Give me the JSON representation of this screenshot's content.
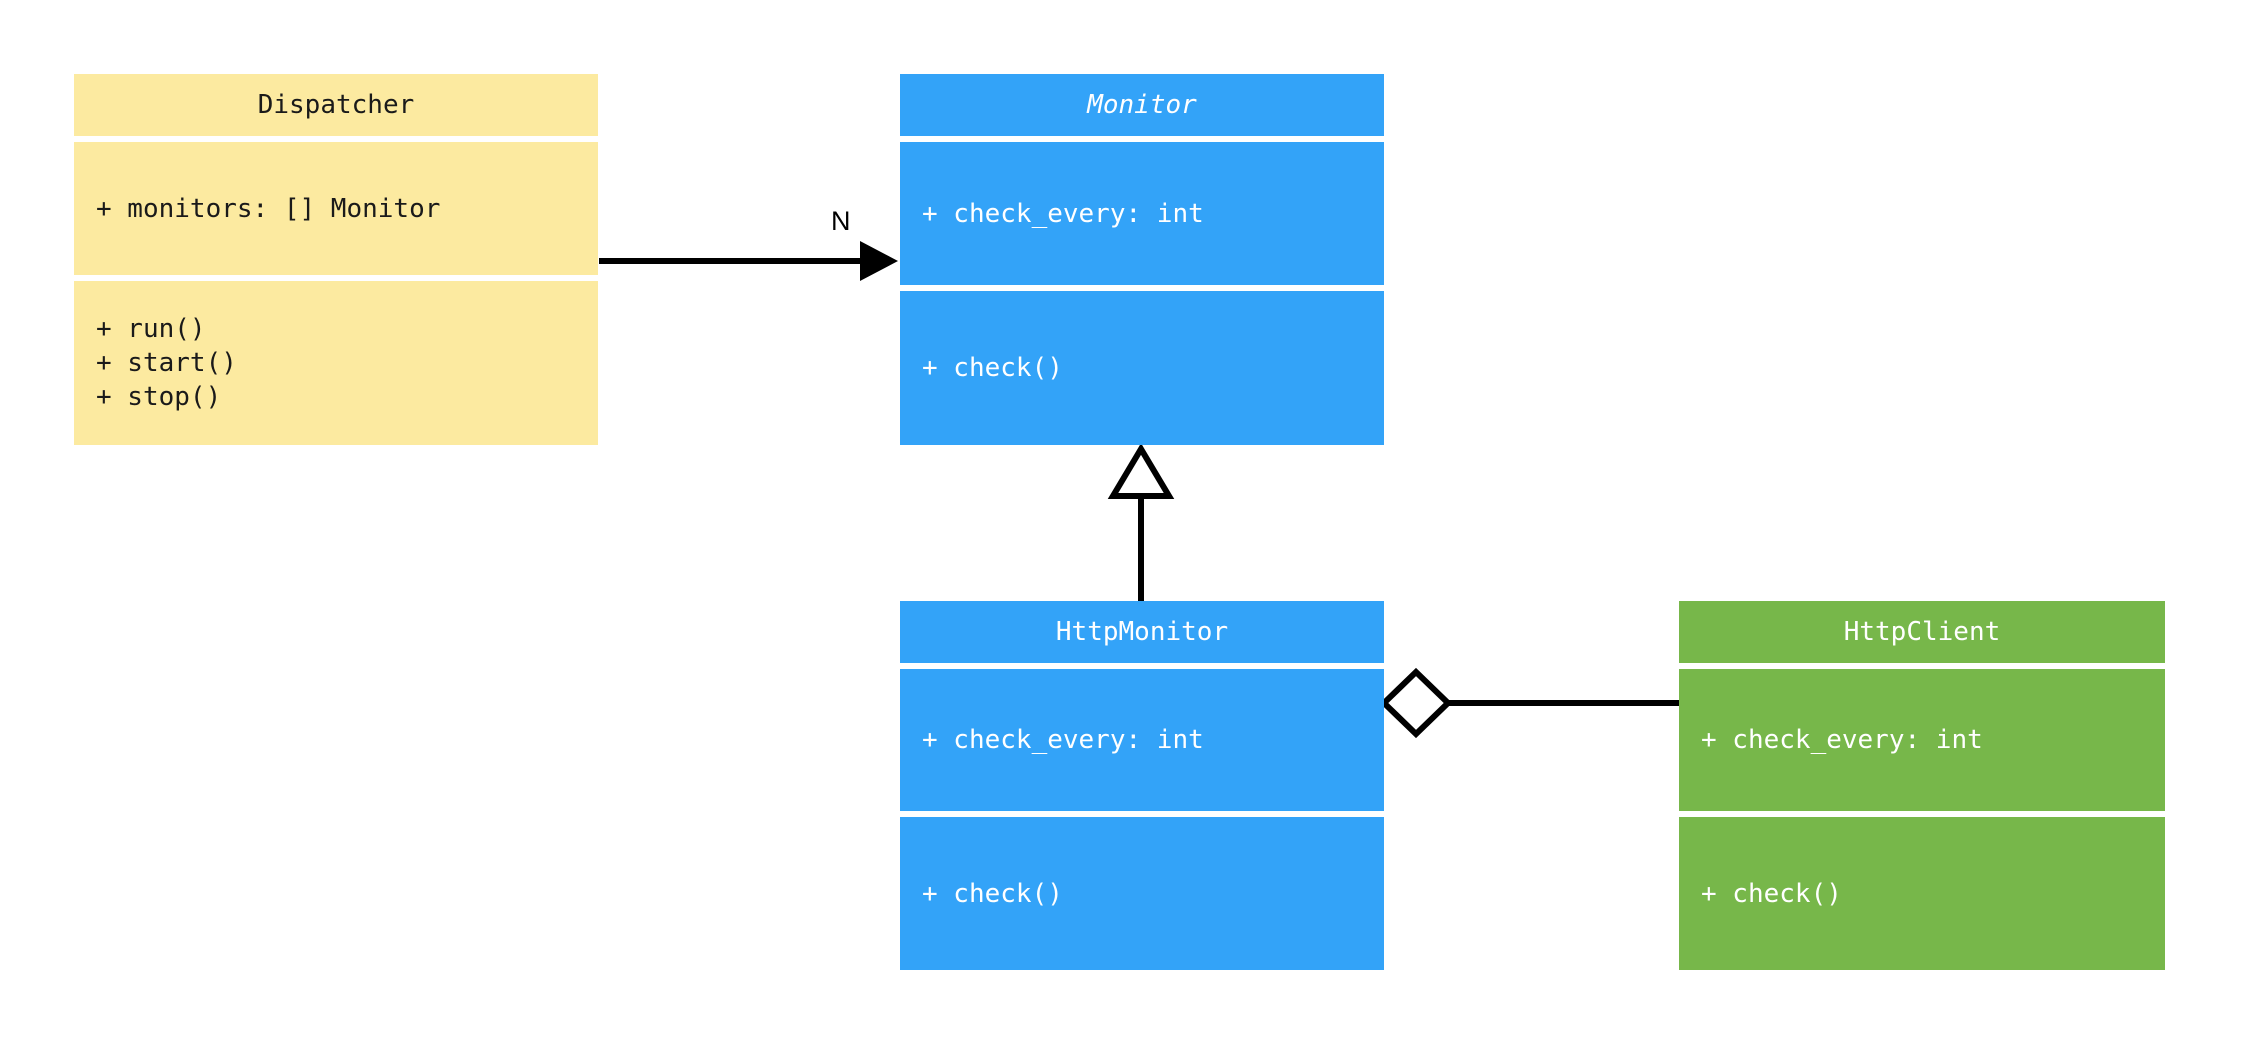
{
  "diagram": {
    "kind": "uml-class-diagram",
    "background": "#ffffff"
  },
  "palette": {
    "yellow": "#fceaa0",
    "blue": "#33a3f8",
    "green": "#77b74a",
    "line": "#000000",
    "dark_text": "#1a1a1a",
    "light_text": "#ffffff"
  },
  "classes": {
    "dispatcher": {
      "name": "Dispatcher",
      "abstract": false,
      "theme": "yellow",
      "attributes": [
        "+ monitors: [] Monitor"
      ],
      "methods": [
        "+ run()",
        "+ start()",
        "+ stop()"
      ]
    },
    "monitor": {
      "name": "Monitor",
      "abstract": true,
      "theme": "blue",
      "attributes": [
        "+ check_every: int"
      ],
      "methods": [
        "+ check()"
      ]
    },
    "http_monitor": {
      "name": "HttpMonitor",
      "abstract": false,
      "theme": "blue",
      "attributes": [
        "+ check_every: int"
      ],
      "methods": [
        "+ check()"
      ]
    },
    "http_client": {
      "name": "HttpClient",
      "abstract": false,
      "theme": "green",
      "attributes": [
        "+ check_every: int"
      ],
      "methods": [
        "+ check()"
      ]
    }
  },
  "relations": {
    "dispatcher_to_monitor": {
      "type": "association",
      "arrow": "solid-filled-arrow",
      "from": "Dispatcher",
      "to": "Monitor",
      "multiplicity_label": "N"
    },
    "http_monitor_to_monitor": {
      "type": "generalization",
      "arrow": "hollow-triangle",
      "from": "HttpMonitor",
      "to": "Monitor",
      "multiplicity_label": ""
    },
    "http_monitor_to_http_client": {
      "type": "aggregation",
      "arrow": "hollow-diamond",
      "from": "HttpMonitor",
      "to": "HttpClient",
      "multiplicity_label": ""
    }
  }
}
